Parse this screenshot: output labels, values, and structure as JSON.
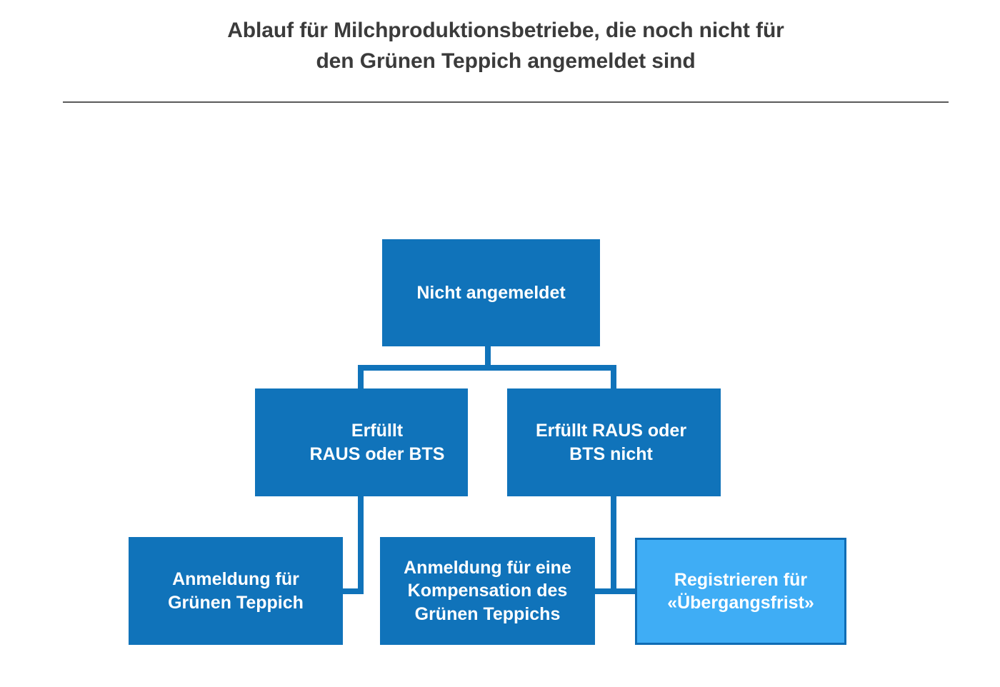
{
  "header": {
    "title": "Ablauf für Milchproduktionsbetriebe, die noch nicht für\nden Grünen Teppich angemeldet sind",
    "rule_color": "#5a5a5a"
  },
  "colors": {
    "primary_blue": "#1073ba",
    "accent_blue": "#3fadf5",
    "accent_border": "#0f6cb4",
    "node_text": "#ffffff",
    "title_text": "#3b3b3b",
    "background": "#ffffff"
  },
  "chart_data": {
    "type": "diagram",
    "title": "Ablauf für Milchproduktionsbetriebe, die noch nicht für den Grünen Teppich angemeldet sind",
    "orientation": "top-down",
    "nodes": [
      {
        "id": "root",
        "label": "Nicht angemeldet",
        "level": 0,
        "style": "primary"
      },
      {
        "id": "erfuellt",
        "label": "Erfüllt\nRAUS oder BTS",
        "level": 1,
        "style": "primary"
      },
      {
        "id": "nicht-erfuellt",
        "label": "Erfüllt RAUS oder\nBTS nicht",
        "level": 1,
        "style": "primary"
      },
      {
        "id": "anmeldung-gt",
        "label": "Anmeldung für\nGrünen Teppich",
        "level": 2,
        "style": "primary"
      },
      {
        "id": "kompensation",
        "label": "Anmeldung für eine\nKompensation des\nGrünen Teppichs",
        "level": 2,
        "style": "primary"
      },
      {
        "id": "uebergang",
        "label": "Registrieren für\n«Übergangsfrist»",
        "level": 2,
        "style": "accent"
      }
    ],
    "edges": [
      {
        "from": "root",
        "to": "erfuellt"
      },
      {
        "from": "root",
        "to": "nicht-erfuellt"
      },
      {
        "from": "erfuellt",
        "to": "anmeldung-gt"
      },
      {
        "from": "nicht-erfuellt",
        "to": "kompensation"
      },
      {
        "from": "nicht-erfuellt",
        "to": "uebergang"
      }
    ]
  },
  "nodes": {
    "root": {
      "label": "Nicht angemeldet"
    },
    "erfuellt": {
      "label": "Erfüllt\nRAUS oder BTS"
    },
    "nicht_erfuellt": {
      "label": "Erfüllt RAUS oder\nBTS nicht"
    },
    "anmeldung_gt": {
      "label": "Anmeldung für\nGrünen Teppich"
    },
    "kompensation": {
      "label": "Anmeldung für eine\nKompensation des\nGrünen Teppichs"
    },
    "uebergang": {
      "label": "Registrieren für\n«Übergangsfrist»"
    }
  }
}
